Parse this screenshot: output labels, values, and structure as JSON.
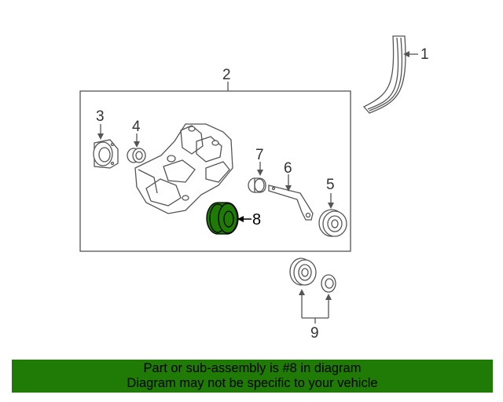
{
  "callouts": {
    "c1": "1",
    "c2": "2",
    "c3": "3",
    "c4": "4",
    "c5": "5",
    "c6": "6",
    "c7": "7",
    "c8": "8",
    "c9": "9"
  },
  "highlight_color": "#1f7a06",
  "banner": {
    "line1": "Part or sub-assembly is #8 in diagram",
    "line2": "Diagram may not be specific to your vehicle"
  }
}
